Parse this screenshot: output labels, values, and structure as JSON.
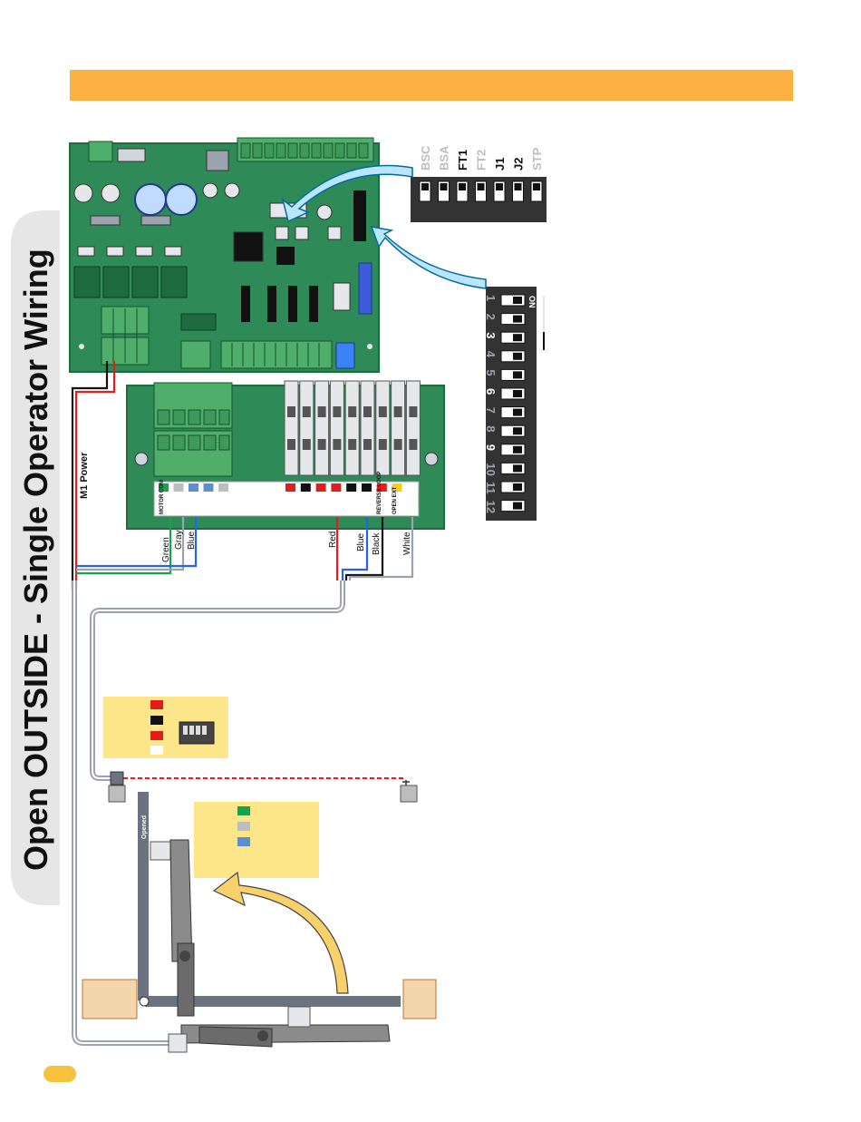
{
  "page": {
    "title": "Open OUTSIDE - Single Operator Wiring",
    "banner_color": "#fbb040",
    "page_tab_color": "#f7c23b"
  },
  "dip_block_top": {
    "labels": [
      "BSC",
      "BSA",
      "FT1",
      "FT2",
      "J1",
      "J2",
      "STP"
    ],
    "highlighted": [
      "FT1",
      "J1",
      "J2"
    ]
  },
  "dip_block_right": {
    "on_label": "ON",
    "numbers": [
      "1",
      "2",
      "3",
      "4",
      "5",
      "6",
      "7",
      "8",
      "9",
      "10",
      "11",
      "12"
    ],
    "highlighted": [
      "3",
      "6",
      "9"
    ]
  },
  "wiring": {
    "m1_power": "M1 Power",
    "motor_com": "MOTOR COM",
    "reverse_loop": "REVERSE LOOP",
    "open_ext": "OPEN EXT",
    "wire_labels_left": [
      "Green",
      "Gray",
      "Blue"
    ],
    "wire_labels_right": [
      "Red",
      "Blue",
      "Black",
      "White"
    ]
  },
  "gate": {
    "opened_label": "Opened"
  },
  "colors": {
    "pcb": "#2e8b57",
    "pcb_dark": "#1f6b40",
    "terminal": "#4fae6a",
    "legend_box": "#fde68a",
    "post": "#f3d6ab",
    "arrow": "#f9d16a",
    "wire_red": "#e11d1d",
    "wire_blue": "#2563eb",
    "wire_green": "#16a34a",
    "wire_gray": "#9ca3af"
  }
}
